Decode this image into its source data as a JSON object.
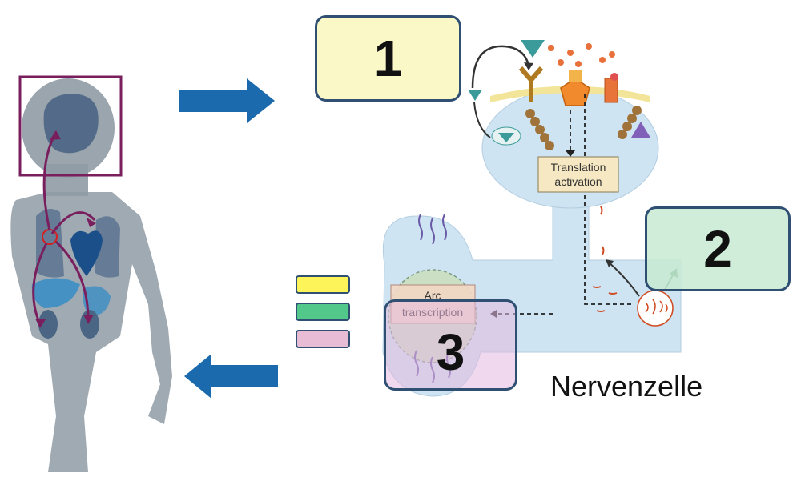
{
  "callouts": {
    "box1": "1",
    "box2": "2",
    "box3": "3"
  },
  "neuron": {
    "translation_label_line1": "Translation",
    "translation_label_line2": "activation",
    "transcription_label_line1": "Arc",
    "transcription_label_line2": "transcription",
    "cell_label": "Nervenzelle"
  },
  "colors": {
    "arrow": "#1b6aae",
    "box1_fill": "#fbf8c8",
    "box2_fill": "#c8ead2",
    "box3_fill": "#e4b9e0",
    "swatch_yellow": "#fdf45a",
    "swatch_green": "#52c98b",
    "swatch_pink": "#e7bcd4",
    "cell_fill": "#cfe4f2",
    "body_fill": "#8f9ba5",
    "highlight_frame": "#7a1f5e"
  }
}
